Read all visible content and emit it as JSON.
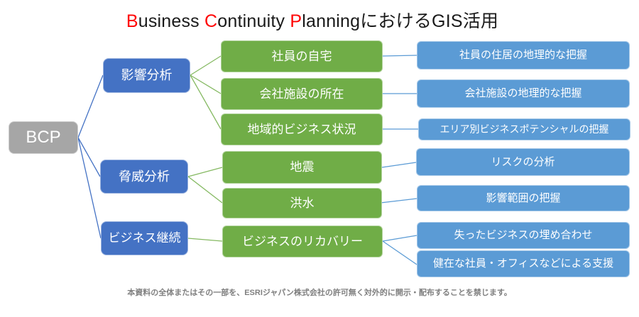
{
  "title": {
    "segments": [
      {
        "text": "B"
      },
      {
        "text": "usiness "
      },
      {
        "text": "C"
      },
      {
        "text": "ontinuity "
      },
      {
        "text": "P"
      },
      {
        "text": "lanningにおけるGIS活用"
      }
    ],
    "full": "Business Continuity PlanningにおけるGIS活用"
  },
  "diagram": {
    "root": {
      "label": "BCP"
    },
    "categories": [
      {
        "label": "影響分析"
      },
      {
        "label": "脅威分析"
      },
      {
        "label": "ビジネス継続"
      }
    ],
    "topics": [
      {
        "label": "社員の自宅"
      },
      {
        "label": "会社施設の所在"
      },
      {
        "label": "地域的ビジネス状況"
      },
      {
        "label": "地震"
      },
      {
        "label": "洪水"
      },
      {
        "label": "ビジネスのリカバリー"
      }
    ],
    "outcomes": [
      {
        "label": "社員の住居の地理的な把握"
      },
      {
        "label": "会社施設の地理的な把握"
      },
      {
        "label": "エリア別ビジネスポテンシャルの把握"
      },
      {
        "label": "リスクの分析"
      },
      {
        "label": "影響範囲の把握"
      },
      {
        "label": "失ったビジネスの埋め合わせ"
      },
      {
        "label": "健在な社員・オフィスなどによる支援"
      }
    ]
  },
  "footer": {
    "text": "本資料の全体またはその一部を、ESRIジャパン株式会社の許可無く対外的に開示・配布することを禁じます。"
  },
  "colors": {
    "root_fill": "#a6a6a6",
    "category_fill": "#4472c4",
    "topic_fill": "#70ad47",
    "outcome_fill": "#5b9bd5",
    "edge_blue": "#4472c4",
    "edge_green": "#70ad47",
    "edge_lightblue": "#5b9bd5",
    "title_accent": "#ff0000",
    "title_text": "#1a1a1a",
    "footer_text": "#7f7f7f"
  }
}
